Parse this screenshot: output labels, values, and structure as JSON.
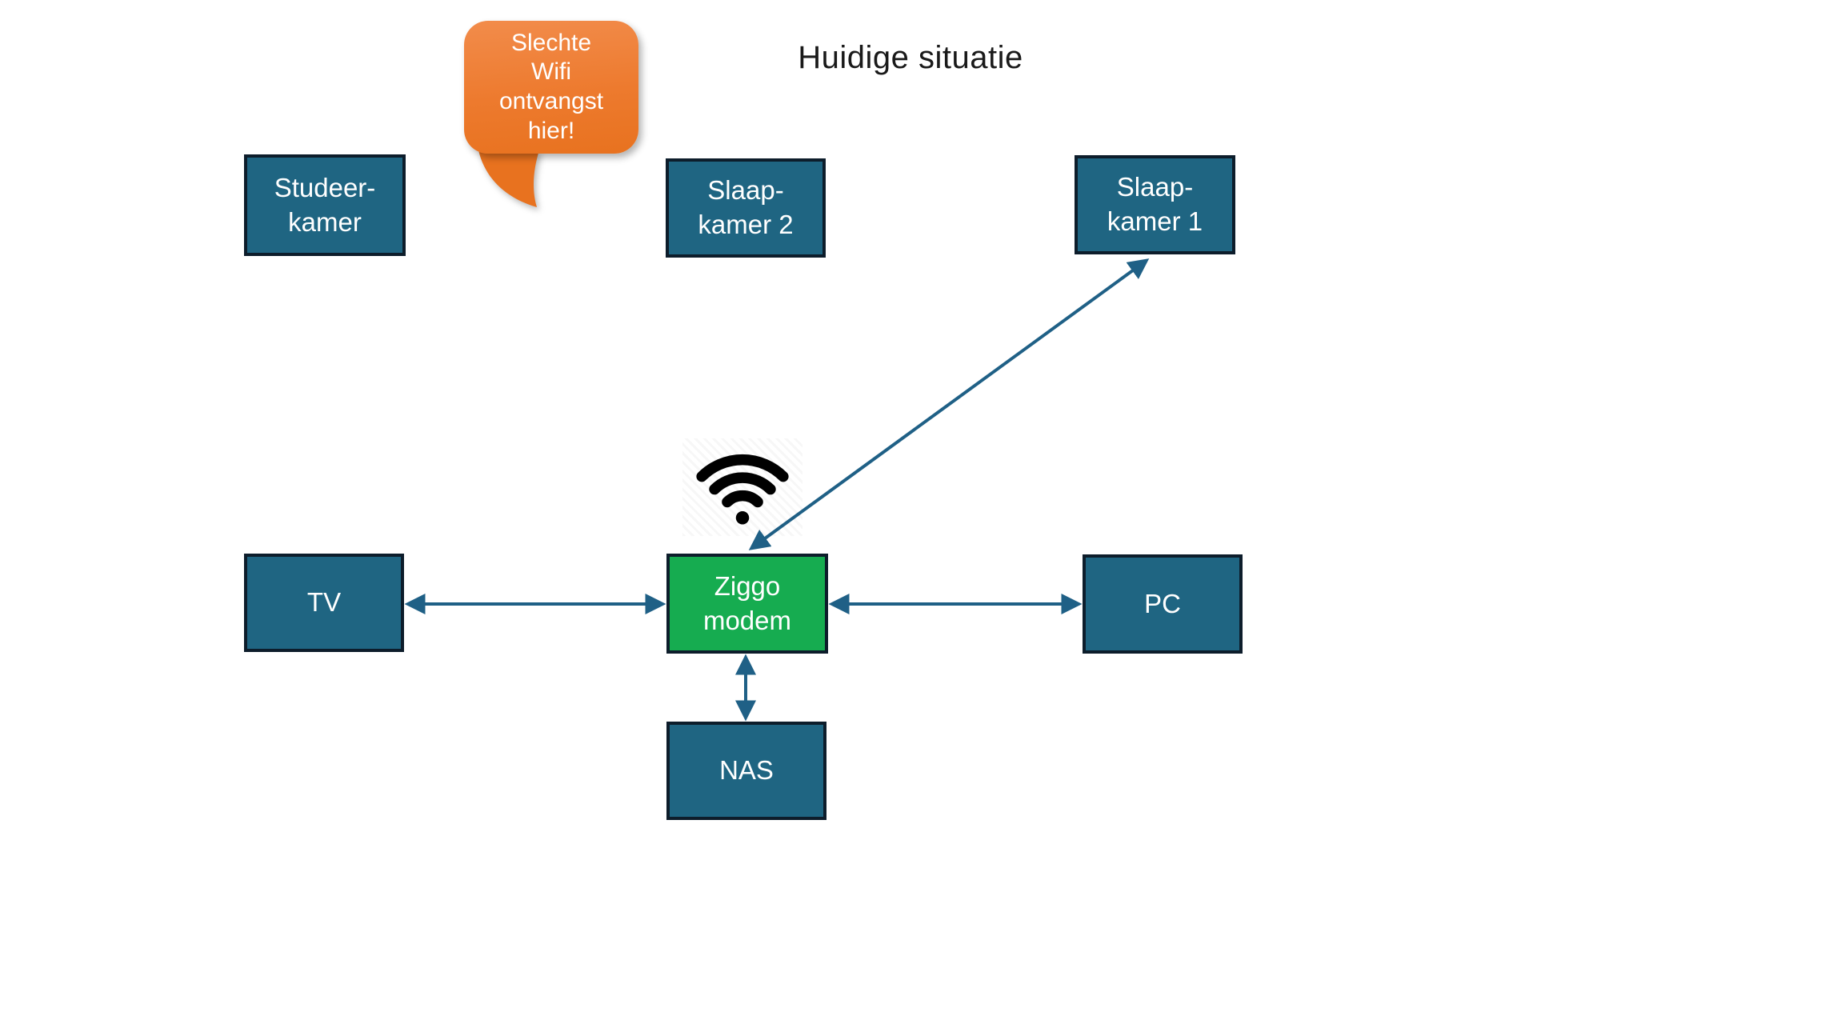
{
  "title": "Huidige situatie",
  "callout": {
    "line1": "Slechte",
    "line2": "Wifi",
    "line3": "ontvangst",
    "line4": "hier!"
  },
  "nodes": {
    "studeerkamer": {
      "line1": "Studeer-",
      "line2": "kamer"
    },
    "slaapkamer2": {
      "line1": "Slaap-",
      "line2": "kamer 2"
    },
    "slaapkamer1": {
      "line1": "Slaap-",
      "line2": "kamer 1"
    },
    "tv": {
      "line1": "TV"
    },
    "modem": {
      "line1": "Ziggo",
      "line2": "modem"
    },
    "pc": {
      "line1": "PC"
    },
    "nas": {
      "line1": "NAS"
    }
  },
  "icons": {
    "wifi": "wifi-signal-icon"
  },
  "connections": [
    {
      "from": "tv",
      "to": "modem",
      "direction": "both"
    },
    {
      "from": "modem",
      "to": "pc",
      "direction": "both"
    },
    {
      "from": "modem",
      "to": "nas",
      "direction": "both"
    },
    {
      "from": "modem",
      "to": "slaapkamer1",
      "direction": "both"
    }
  ],
  "colors": {
    "room_fill": "#1f6582",
    "modem_fill": "#16ac50",
    "node_border": "#0d1d2b",
    "arrow": "#1f6086",
    "callout_fill": "#ed7a2e",
    "callout_fill_light": "#f28c4b",
    "callout_fill_dark": "#e8721f",
    "node_text": "#ffffff",
    "title_text": "#1a1a1a"
  }
}
